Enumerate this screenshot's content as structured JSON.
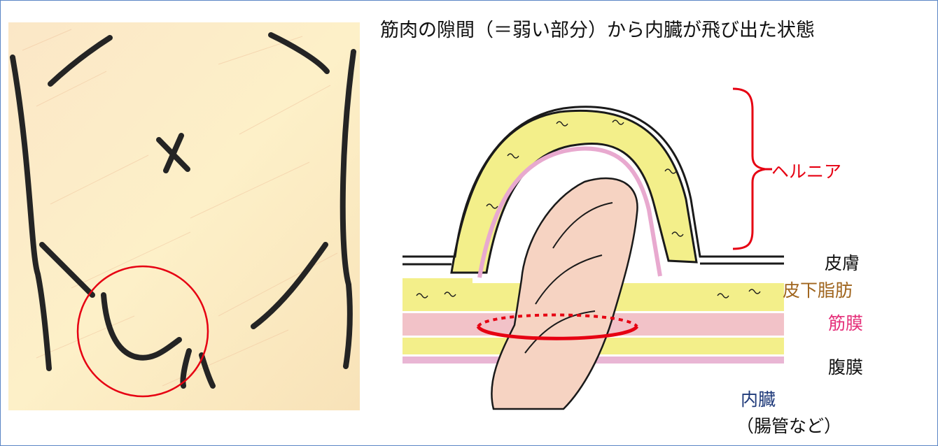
{
  "title": "筋肉の隙間（＝弱い部分）から内臓が飛び出た状態",
  "labels": {
    "hernia": "ヘルニア",
    "skin": "皮膚",
    "subcutaneous_fat": "皮下脂肪",
    "fascia": "筋膜",
    "peritoneum": "腹膜",
    "viscera_line1": "内臓",
    "viscera_line2": "（腸管など）"
  },
  "colors": {
    "frame_border": "#5a86c5",
    "title": "#111111",
    "hernia": "#e60012",
    "skin": "#111111",
    "subcutaneous_fat": "#a0651e",
    "fascia": "#e5307a",
    "peritoneum": "#111111",
    "viscera": "#1f3a7a",
    "highlight_circle": "#e60012"
  },
  "icons": {
    "left_panel": "abdomen-front-drawing",
    "right_panel": "hernia-cross-section-drawing"
  }
}
